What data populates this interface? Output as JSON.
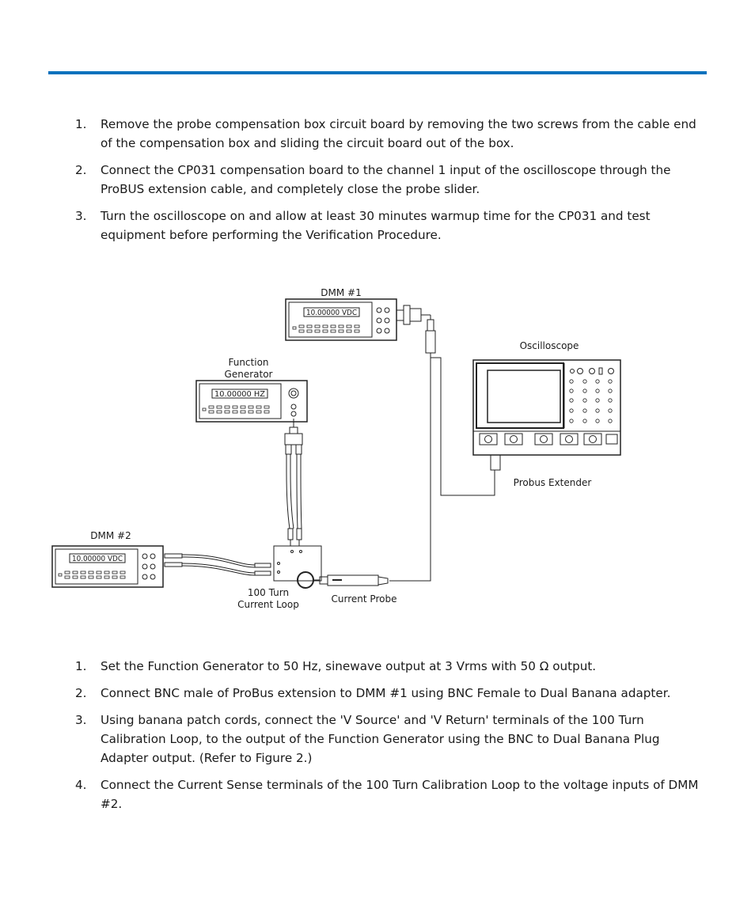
{
  "top_steps": [
    {
      "num": "1.",
      "text": "Remove the probe compensation box circuit board by removing the two screws from the cable end of the compensation box and sliding the circuit board out of the box."
    },
    {
      "num": "2.",
      "text": "Connect the CP031 compensation board to the channel 1 input of the oscilloscope through the ProBUS extension cable, and completely close the probe slider."
    },
    {
      "num": "3.",
      "text": "Turn the oscilloscope on and allow at least 30 minutes warmup time for the CP031 and test equipment before performing the Verification Procedure."
    }
  ],
  "diagram": {
    "dmm1_label": "DMM #1",
    "dmm1_display": "10.00000 VDC",
    "fg_label_line1": "Function",
    "fg_label_line2": "Generator",
    "fg_display": "10.00000 HZ",
    "scope_label": "Oscilloscope",
    "extender_label": "Probus Extender",
    "dmm2_label": "DMM #2",
    "dmm2_display": "10.00000 VDC",
    "loop_label_line1": "100 Turn",
    "loop_label_line2": "Current Loop",
    "probe_label": "Current Probe"
  },
  "bottom_steps": [
    {
      "num": "1.",
      "text": "Set the Function Generator to 50 Hz, sinewave output at 3 Vrms with 50 Ω output."
    },
    {
      "num": "2.",
      "text": "Connect BNC male of ProBus extension to DMM #1 using BNC Female to Dual Banana adapter."
    },
    {
      "num": "3.",
      "text": "Using banana patch cords, connect the 'V Source' and 'V Return' terminals of the 100 Turn Calibration Loop, to the output of the Function Generator using the BNC to Dual Banana Plug Adapter output. (Refer to Figure 2.)"
    },
    {
      "num": "4.",
      "text": "Connect the Current Sense terminals of the 100 Turn Calibration Loop to the voltage inputs of DMM #2."
    }
  ]
}
